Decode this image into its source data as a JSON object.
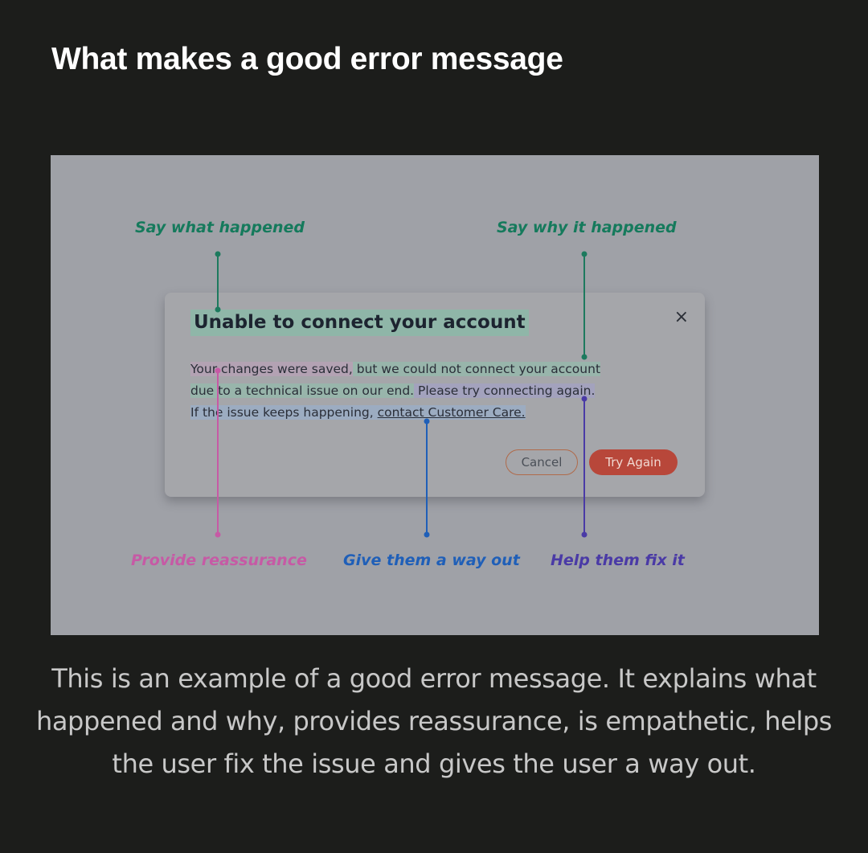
{
  "heading": "What makes a good error message",
  "figure": {
    "labels": {
      "say_what": "Say what happened",
      "say_why": "Say why it happened",
      "reassurance": "Provide reassurance",
      "way_out": "Give them a way out",
      "fix_it": "Help them fix it"
    },
    "dialog": {
      "title": "Unable to connect your account",
      "close_glyph": "×",
      "line1_part1": "Your changes were saved,",
      "line1_part2": " but we could not connect your account",
      "line2_part1": "due to a technical issue on our end.",
      "line2_part2": " Please try connecting again.",
      "line3_part1": "If the issue keeps happening, ",
      "line3_link": "contact Customer Care.",
      "cancel_label": "Cancel",
      "try_again_label": "Try Again"
    },
    "colors": {
      "green": "#157a5c",
      "pink": "#c65aa5",
      "blue": "#1f5fb8",
      "purple": "#4a3aa6",
      "try_again": "#b8473a"
    },
    "icons": [
      "close-icon"
    ]
  },
  "caption": "This is an example of a good error message. It explains what happened and why, provides reassurance, is empathetic, helps the user fix the issue and gives the user a way out."
}
